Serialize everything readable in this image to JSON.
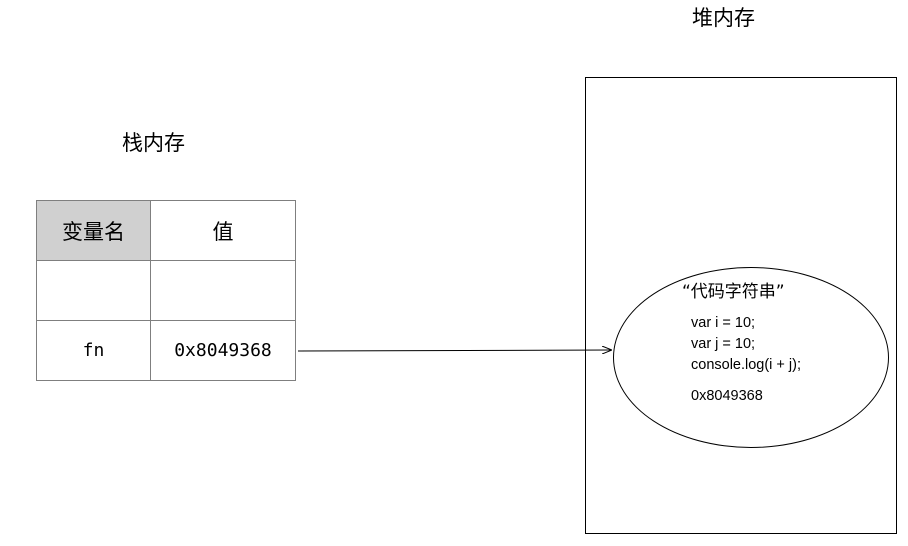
{
  "stack": {
    "title": "栈内存",
    "header": {
      "name": "变量名",
      "value": "值"
    },
    "rows": [
      {
        "name": "",
        "value": ""
      },
      {
        "name": "fn",
        "value": "0x8049368"
      }
    ]
  },
  "heap": {
    "title": "堆内存",
    "object": {
      "string_label": "“代码字符串”",
      "code_lines": [
        "var i = 10;",
        "var j = 10;",
        "console.log(i + j);"
      ],
      "address": "0x8049368"
    }
  }
}
